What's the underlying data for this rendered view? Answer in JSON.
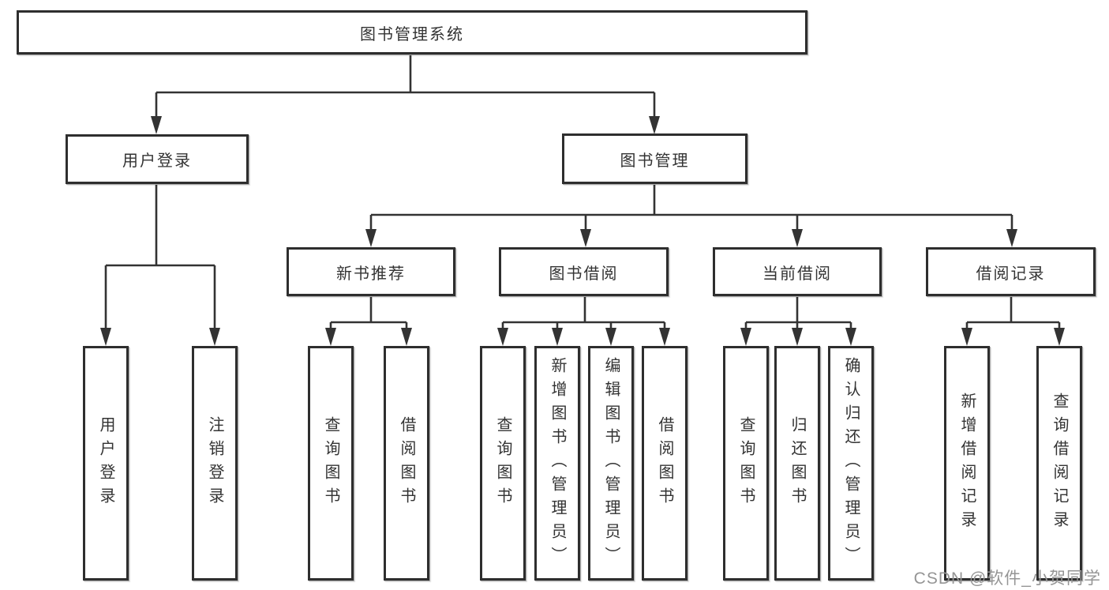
{
  "colors": {
    "line": "#333333",
    "border": "#2e2e2e",
    "text": "#333333",
    "box_bg": "#ffffff",
    "background": "#ffffff",
    "watermark": "#959595"
  },
  "watermark": "CSDN @软件_小贺同学",
  "tree": {
    "root": {
      "label": "图书管理系统"
    },
    "branches": [
      {
        "label": "用户登录",
        "children": [
          {
            "label": "用户登录"
          },
          {
            "label": "注销登录"
          }
        ]
      },
      {
        "label": "图书管理",
        "children": [
          {
            "label": "新书推荐",
            "children": [
              {
                "label": "查询图书"
              },
              {
                "label": "借阅图书"
              }
            ]
          },
          {
            "label": "图书借阅",
            "children": [
              {
                "label": "查询图书"
              },
              {
                "label": "新增图书（管理员）"
              },
              {
                "label": "编辑图书（管理员）"
              },
              {
                "label": "借阅图书"
              }
            ]
          },
          {
            "label": "当前借阅",
            "children": [
              {
                "label": "查询图书"
              },
              {
                "label": "归还图书"
              },
              {
                "label": "确认归还（管理员）"
              }
            ]
          },
          {
            "label": "借阅记录",
            "children": [
              {
                "label": "新增借阅记录"
              },
              {
                "label": "查询借阅记录"
              }
            ]
          }
        ]
      }
    ]
  }
}
